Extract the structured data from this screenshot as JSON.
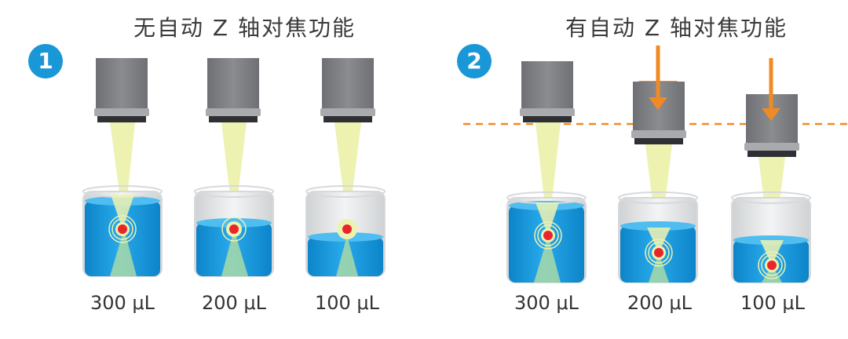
{
  "panels": [
    {
      "badge": "1",
      "title": "无自动 Z 轴对焦功能",
      "wells": [
        {
          "volume": "300 μL"
        },
        {
          "volume": "200 μL"
        },
        {
          "volume": "100 μL"
        }
      ]
    },
    {
      "badge": "2",
      "title": "有自动 Z 轴对焦功能",
      "wells": [
        {
          "volume": "300 μL"
        },
        {
          "volume": "200 μL"
        },
        {
          "volume": "100 μL"
        }
      ]
    }
  ],
  "colors": {
    "badge": "#1a97d6",
    "liquid": "#1a9ee0",
    "beam": "#eef2b0",
    "arrow": "#f08a24",
    "focus_dot": "#e8262b",
    "lens_body": "#7b7d80",
    "guide_line": "#f08a24"
  }
}
